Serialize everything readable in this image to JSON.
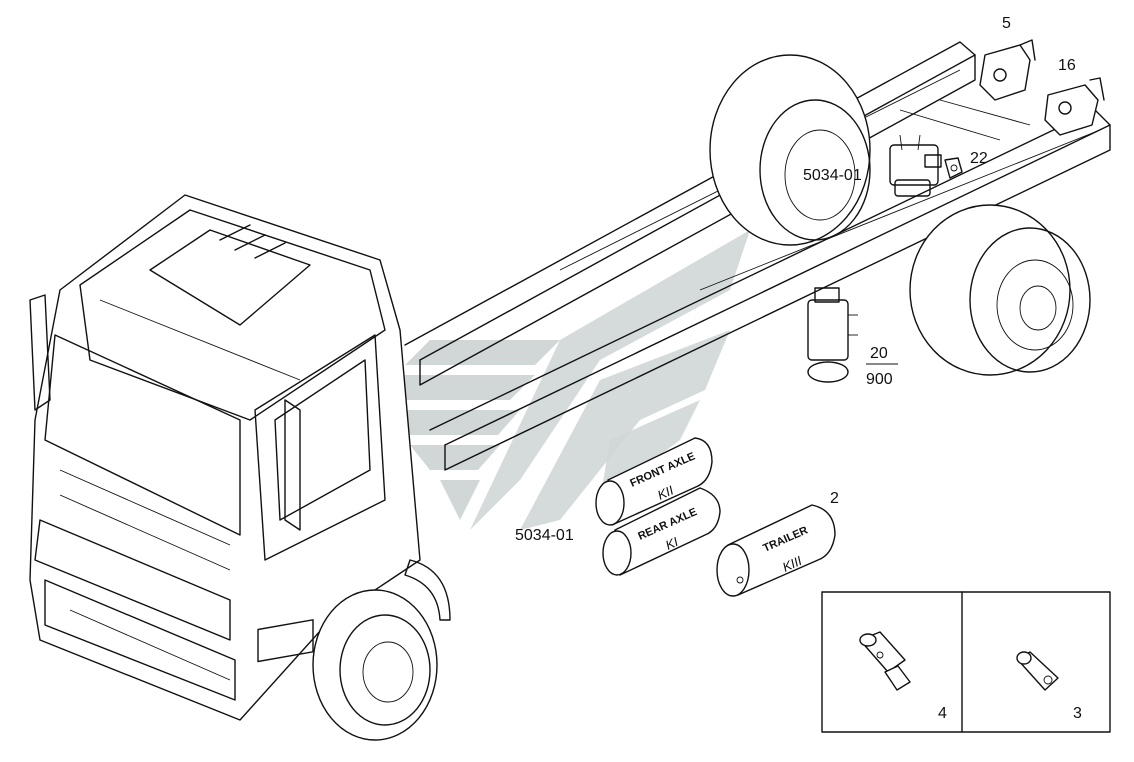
{
  "callouts": {
    "valve_5": "5",
    "valve_16": "16",
    "ref_5034_upper": "5034-01",
    "part_22": "22",
    "ref_20_num": "20",
    "ref_20_den": "900",
    "tank_2": "2",
    "ref_5034_lower": "5034-01",
    "inset_part_4": "4",
    "inset_part_3": "3"
  },
  "tanks": {
    "front": {
      "line1": "FRONT AXLE",
      "line2": "KII"
    },
    "rear": {
      "line1": "REAR AXLE",
      "line2": "KI"
    },
    "trailer": {
      "line1": "TRAILER",
      "line2": "KIII"
    }
  },
  "colors": {
    "line": "#111111",
    "watermark": "#c9cfcf",
    "background": "#ffffff"
  },
  "icons": {
    "watermark": "stripes-logo-watermark"
  }
}
